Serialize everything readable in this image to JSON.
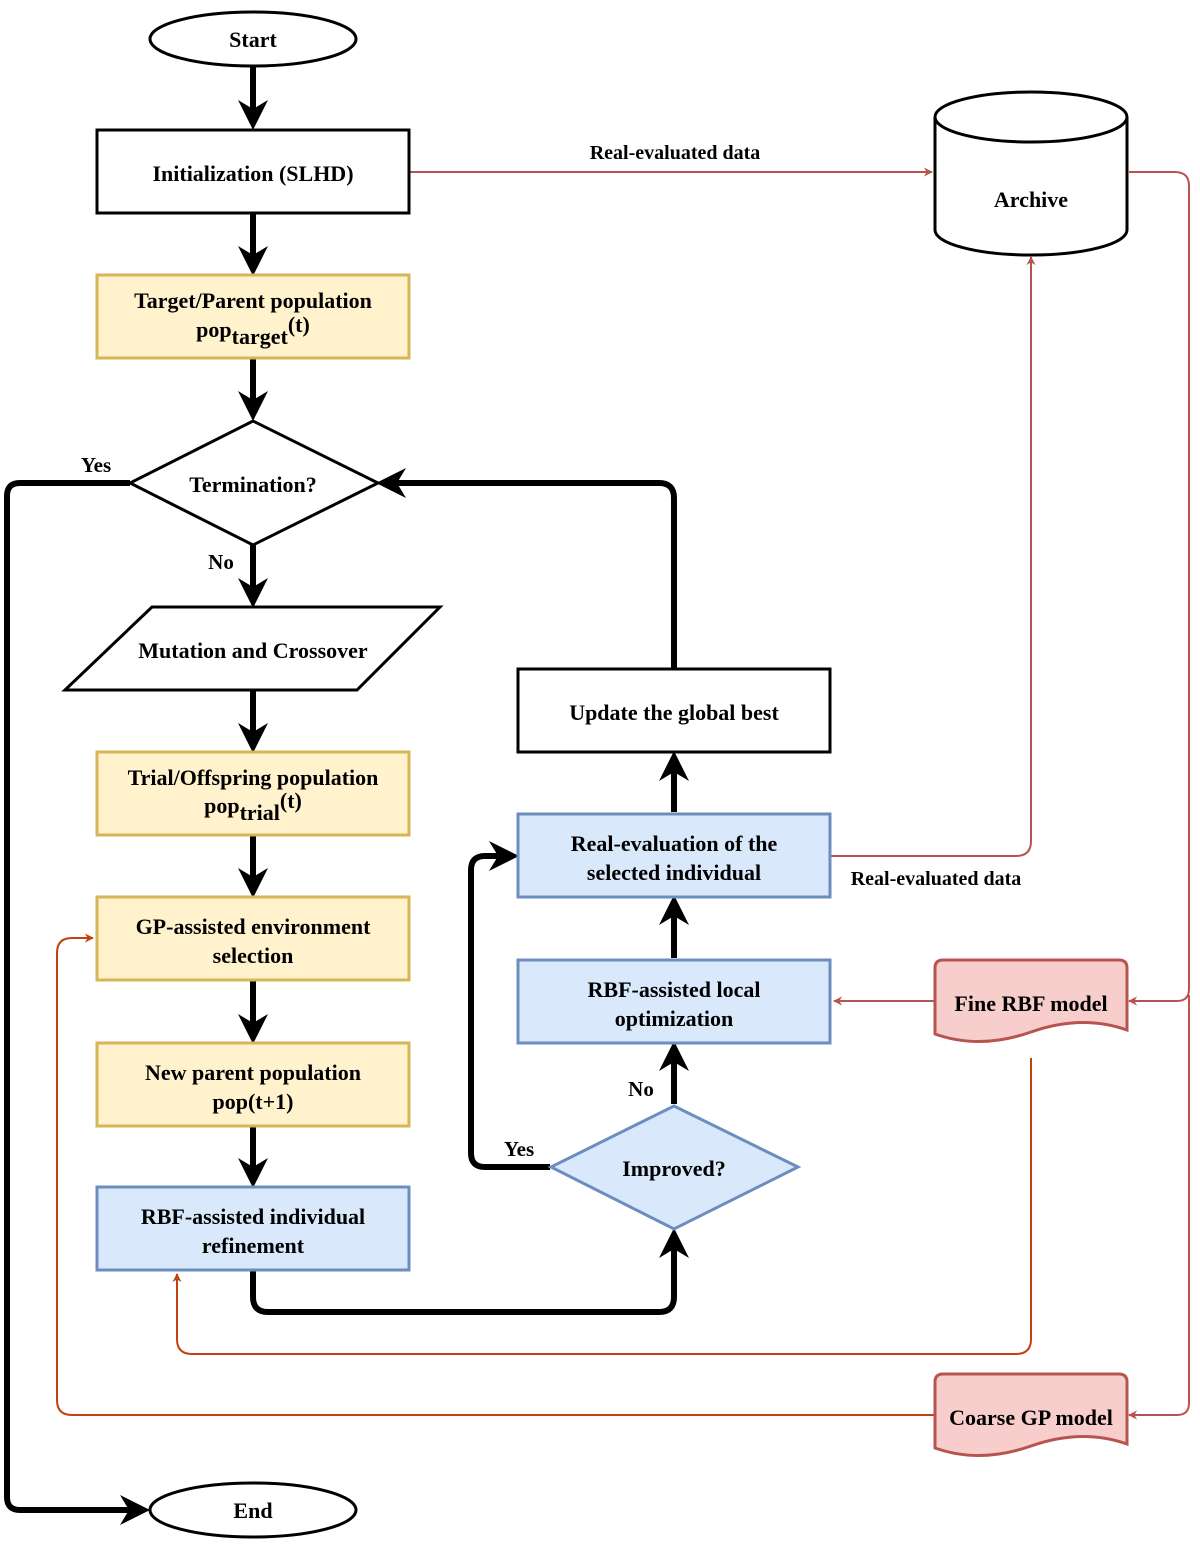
{
  "colors": {
    "yellow_fill": "#fff2cc",
    "yellow_stroke": "#d6b656",
    "blue_fill": "#dae8fc",
    "blue_stroke": "#6c8ebf",
    "red_fill": "#f8cecc",
    "red_stroke": "#b85450",
    "orange_arrow": "#c0420f",
    "black": "#000000"
  },
  "nodes": {
    "start": "Start",
    "init": "Initialization (SLHD)",
    "target_line1": "Target/Parent population",
    "target_pop": "pop",
    "target_sub": "target",
    "target_t": "(t)",
    "termination": "Termination?",
    "mutation": "Mutation and Crossover",
    "trial_line1": "Trial/Offspring population",
    "trial_pop": "pop",
    "trial_sub": "trial",
    "trial_t": "(t)",
    "gp_sel_line1": "GP-assisted environment",
    "gp_sel_line2": "selection",
    "new_parent_line1": "New parent population",
    "new_parent_line2": "pop(t+1)",
    "rbf_refine_line1": "RBF-assisted individual",
    "rbf_refine_line2": "refinement",
    "end": "End",
    "update_best": "Update the global best",
    "real_eval_line1": "Real-evaluation of the",
    "real_eval_line2": "selected individual",
    "rbf_local_line1": "RBF-assisted local",
    "rbf_local_line2": "optimization",
    "improved": "Improved?",
    "archive": "Archive",
    "fine_rbf": "Fine RBF model",
    "coarse_gp": "Coarse GP model"
  },
  "edge_labels": {
    "yes_termination": "Yes",
    "no_termination": "No",
    "yes_improved": "Yes",
    "no_improved": "No",
    "real_eval_data_top": "Real-evaluated data",
    "real_eval_data_mid": "Real-evaluated data"
  }
}
